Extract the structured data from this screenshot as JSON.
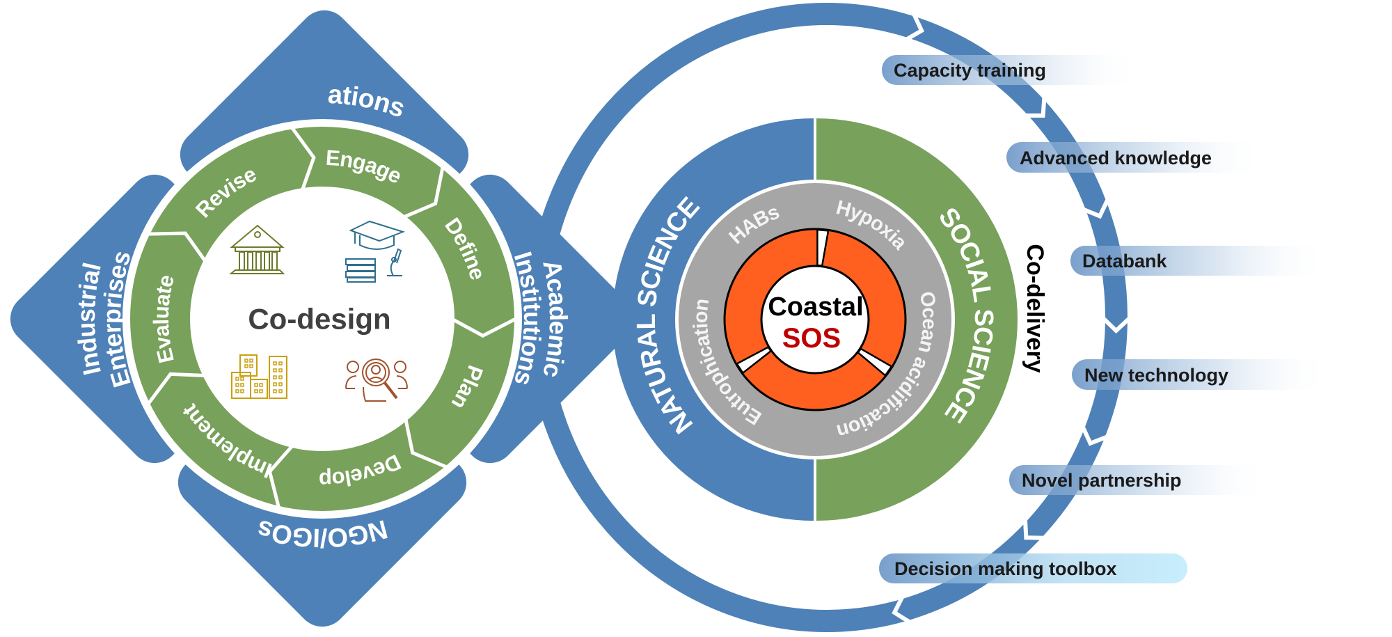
{
  "colors": {
    "blue": "#4e81b7",
    "green": "#78a15b",
    "gray": "#a6a6a6",
    "orange": "#ff5f1f",
    "sos_red": "#c00000",
    "codesign_text": "#404040"
  },
  "codesign": {
    "title": "Co-design",
    "stakeholders": {
      "top": "Foundations",
      "left_line1": "Industrial",
      "left_line2": "Enterprises",
      "right_line1": "Academic",
      "right_line2": "Institutions",
      "bottom": "NGO/IGOs"
    },
    "stages": [
      "Engage",
      "Define",
      "Plan",
      "Develop",
      "Implement",
      "Evaluate",
      "Revise"
    ],
    "icons": [
      "bank-icon",
      "graduation-research-icon",
      "city-buildings-icon",
      "people-search-icon"
    ]
  },
  "core": {
    "center_line1": "Coastal",
    "center_line2": "SOS",
    "left_half": "NATURAL SCIENCE",
    "right_half": "SOCIAL SCIENCE",
    "issues": [
      "HABs",
      "Hypoxia",
      "Ocean acidification",
      "Eutrophication"
    ]
  },
  "codelivery": {
    "title": "Co-delivery",
    "outputs": [
      "Capacity training",
      "Advanced knowledge",
      "Databank",
      "New technology",
      "Novel partnership",
      "Decision making toolbox"
    ]
  }
}
